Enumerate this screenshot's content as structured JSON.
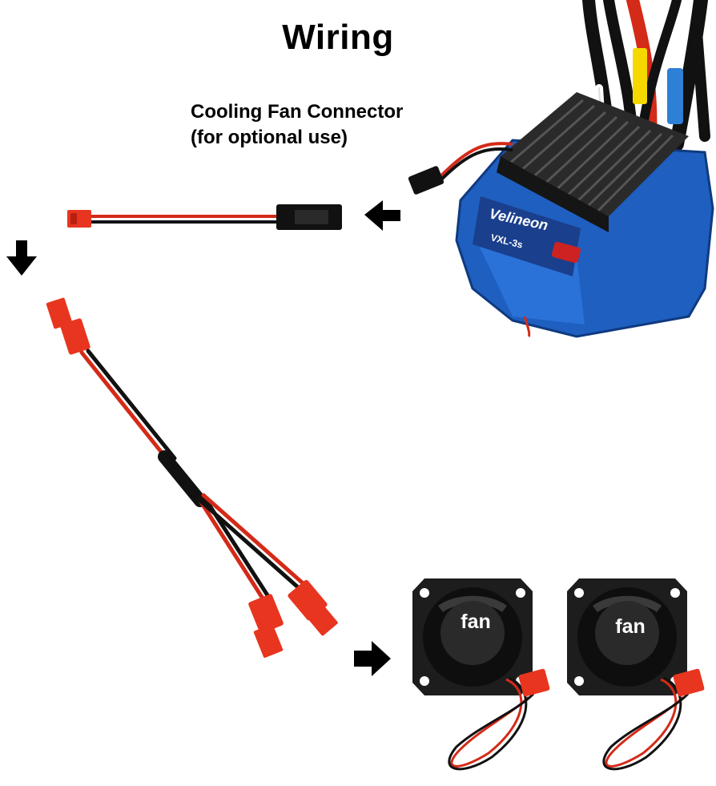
{
  "title": "Wiring",
  "caption": {
    "line1": "Cooling Fan Connector",
    "line2": "(for optional use)"
  },
  "esc": {
    "brand_text": "Velineon",
    "label_text": "VXL-3s"
  },
  "fans": [
    {
      "label": "fan"
    },
    {
      "label": "fan"
    }
  ],
  "colors": {
    "esc_blue": "#1e5fbf",
    "heatsink": "#222222",
    "connector_red": "#e8351f",
    "wire_red": "#d42a18",
    "wire_black": "#111111",
    "fan_body": "#1d1d1d"
  }
}
